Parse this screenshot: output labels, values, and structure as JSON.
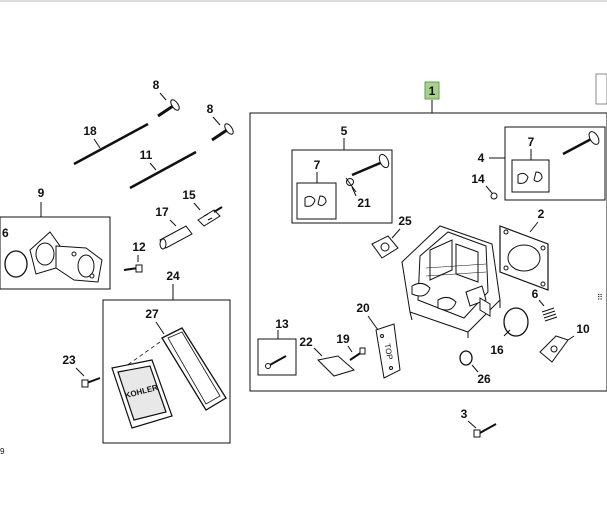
{
  "diagram": {
    "callouts": {
      "c1": "1",
      "c2": "2",
      "c3": "3",
      "c4": "4",
      "c5": "5",
      "c6_left": "6",
      "c6_right": "6",
      "c7_box5": "7",
      "c7_box4": "7",
      "c8_top": "8",
      "c8_right": "8",
      "c9": "9",
      "c10": "10",
      "c11": "11",
      "c12": "12",
      "c13": "13",
      "c14": "14",
      "c15": "15",
      "c16": "16",
      "c17": "17",
      "c18": "18",
      "c19": "19",
      "c20": "20",
      "c21": "21",
      "c22": "22",
      "c23": "23",
      "c24": "24",
      "c25": "25",
      "c26": "26",
      "c27": "27"
    },
    "markings": {
      "gasket_top": "TOP",
      "cover_brand": "KOHLER",
      "edge_digit": "9"
    },
    "colors": {
      "line": "#111111",
      "badge_fill": "#a8d08d",
      "badge_border": "#6a9a4a",
      "part_fill": "#ffffff"
    }
  }
}
